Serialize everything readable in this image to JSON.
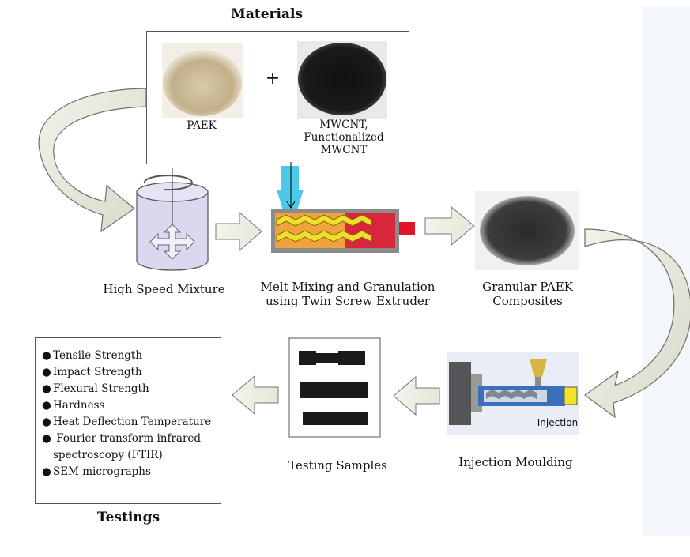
{
  "title": "Materials",
  "materials": {
    "left_label": "PAEK",
    "plus": "+",
    "right_label_line1": "MWCNT,",
    "right_label_line2": "Functionalized",
    "right_label_line3": "MWCNT"
  },
  "steps": {
    "mixer": "High Speed Mixture",
    "extruder_line1": "Melt Mixing and Granulation",
    "extruder_line2": "using Twin Screw Extruder",
    "granular_line1": "Granular PAEK",
    "granular_line2": "Composites",
    "injection": "Injection Moulding",
    "injection_tag": "Injection",
    "samples": "Testing Samples",
    "testings": "Testings"
  },
  "tests": [
    "Tensile Strength",
    "Impact Strength",
    "Flexural Strength",
    "Hardness",
    "Heat Deflection Temperature",
    " Fourier transform infrared",
    "spectroscopy (FTIR)",
    "SEM micrographs"
  ],
  "tests_bullet": "●"
}
